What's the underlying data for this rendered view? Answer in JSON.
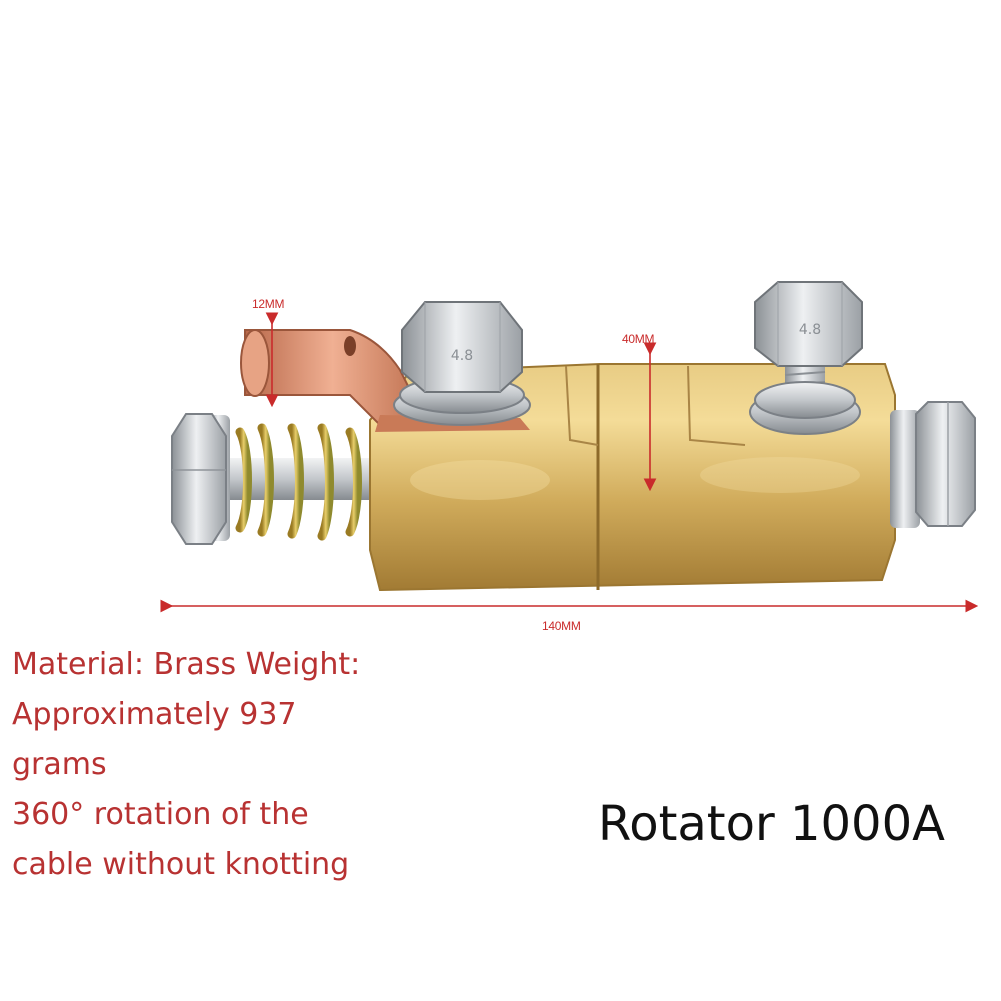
{
  "colors": {
    "brass": "#d2ae5f",
    "copper": "#cf8a6a",
    "steel": "#c9cccf",
    "spring": "#c9a43a",
    "dimension_line": "#c92b2b",
    "spec_text": "#b83232",
    "title_text": "#111111"
  },
  "dimensions": {
    "lug_height": "12MM",
    "body_height": "40MM",
    "total_length": "140MM"
  },
  "specs": {
    "line1": "Material: Brass Weight:",
    "line2": "Approximately 937",
    "line3": "grams",
    "line4": "360° rotation of the",
    "line5": "cable without knotting"
  },
  "product": {
    "name": "Rotator 1000A"
  },
  "bolt_markings": {
    "left": "4.8",
    "right": "4.8"
  }
}
